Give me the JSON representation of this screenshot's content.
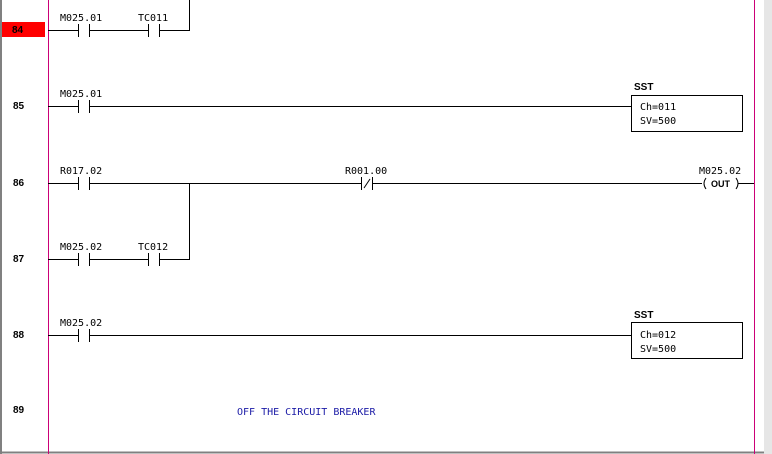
{
  "rungs": [
    {
      "number": "84",
      "selected": true
    },
    {
      "number": "85"
    },
    {
      "number": "86"
    },
    {
      "number": "87"
    },
    {
      "number": "88"
    },
    {
      "number": "89"
    }
  ],
  "contacts": {
    "r84_a": "M025.01",
    "r84_b": "TC011",
    "r85_a": "M025.01",
    "r86_a": "R017.02",
    "r86_nc": "R001.00",
    "r87_a": "M025.02",
    "r87_b": "TC012",
    "r88_a": "M025.02"
  },
  "timers": [
    {
      "header": "SST",
      "ch": "Ch=011",
      "sv": "SV=500"
    },
    {
      "header": "SST",
      "ch": "Ch=012",
      "sv": "SV=500"
    }
  ],
  "coil": {
    "address": "M025.02",
    "label": "OUT"
  },
  "comment": "OFF THE CIRCUIT BREAKER",
  "colors": {
    "rail": "#cc0077",
    "selected": "#ff0000",
    "comment": "#1a1aa6",
    "gutter": "#808080"
  }
}
